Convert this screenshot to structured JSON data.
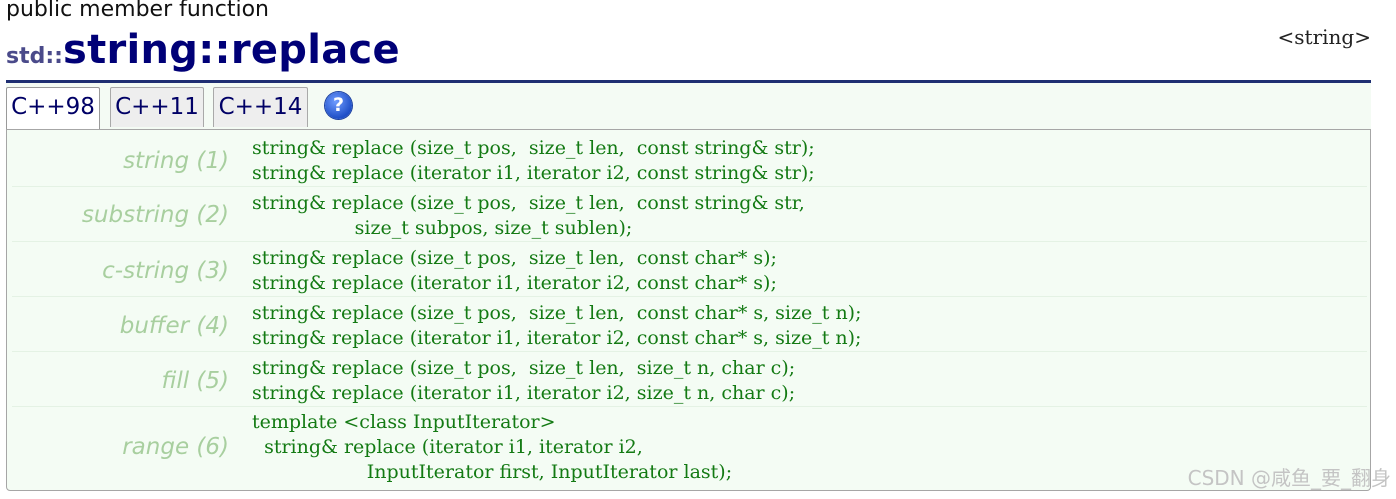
{
  "page": {
    "kind": "public member function",
    "title_ns": "std::",
    "title_name": "string::replace",
    "header": "<string>"
  },
  "tabs": [
    {
      "label": "C++98",
      "active": true
    },
    {
      "label": "C++11",
      "active": false
    },
    {
      "label": "C++14",
      "active": false
    }
  ],
  "help_icon": {
    "glyph": "?",
    "icon": "help-icon"
  },
  "overloads": [
    {
      "label": "string (1)",
      "code": "string& replace (size_t pos,  size_t len,  const string& str);\nstring& replace (iterator i1, iterator i2, const string& str);"
    },
    {
      "label": "substring (2)",
      "code": "string& replace (size_t pos,  size_t len,  const string& str,\n                 size_t subpos, size_t sublen);"
    },
    {
      "label": "c-string (3)",
      "code": "string& replace (size_t pos,  size_t len,  const char* s);\nstring& replace (iterator i1, iterator i2, const char* s);"
    },
    {
      "label": "buffer (4)",
      "code": "string& replace (size_t pos,  size_t len,  const char* s, size_t n);\nstring& replace (iterator i1, iterator i2, const char* s, size_t n);"
    },
    {
      "label": "fill (5)",
      "code": "string& replace (size_t pos,  size_t len,  size_t n, char c);\nstring& replace (iterator i1, iterator i2, size_t n, char c);"
    },
    {
      "label": "range (6)",
      "code": "template <class InputIterator>\n  string& replace (iterator i1, iterator i2,\n                   InputIterator first, InputIterator last);"
    }
  ],
  "watermark": "CSDN @咸鱼_要_翻身",
  "colors": {
    "title": "#000077",
    "code": "#137a13",
    "label": "#a8cf9f",
    "panel_bg": "#f4fcf4"
  }
}
